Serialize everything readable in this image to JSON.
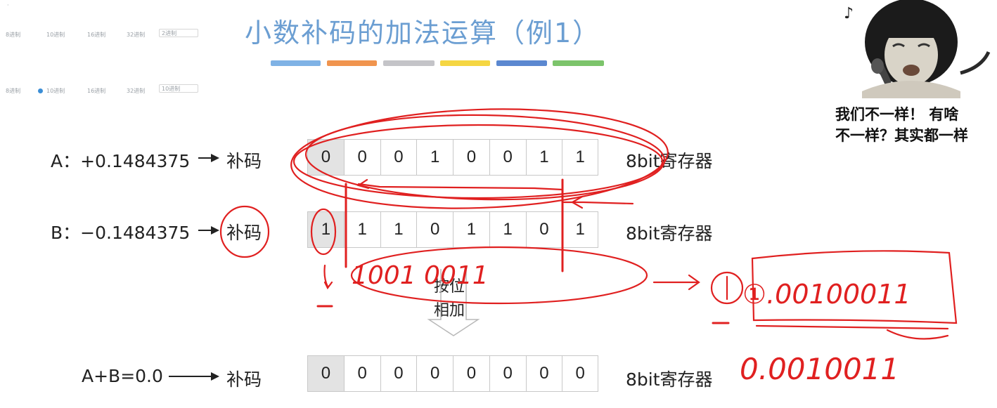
{
  "mini_controls": {
    "row1": [
      "8进制",
      "10进制",
      "16进制",
      "32进制"
    ],
    "row1_select": "2进制",
    "row2": [
      "8进制",
      "10进制",
      "16进制",
      "32进制"
    ],
    "row2_select": "10进制"
  },
  "slide": {
    "title": "小数补码的加法运算（例1）",
    "title_bar_colors": [
      "#7fb2e5",
      "#f0944e",
      "#c4c4c8",
      "#f5d642",
      "#5b88d0",
      "#7cc46b"
    ]
  },
  "rows": {
    "a": {
      "label": "A：+0.1484375",
      "code": "补码",
      "bits": [
        "0",
        "0",
        "0",
        "1",
        "0",
        "0",
        "1",
        "1"
      ],
      "register": "8bit寄存器"
    },
    "b": {
      "label": "B：−0.1484375",
      "code": "补码",
      "bits": [
        "1",
        "1",
        "1",
        "0",
        "1",
        "1",
        "0",
        "1"
      ],
      "register": "8bit寄存器"
    },
    "sum": {
      "label": "A+B=0.0",
      "code": "补码",
      "bits": [
        "0",
        "0",
        "0",
        "0",
        "0",
        "0",
        "0",
        "0"
      ],
      "register": "8bit寄存器"
    }
  },
  "add_op": {
    "line1": "按位",
    "line2": "相加"
  },
  "meme": {
    "line1": "我们不一样！ 有啥",
    "line2": "不一样？其实都一样"
  },
  "annotations": {
    "sum_bits": "1001 0011",
    "carry_result": "①.00100011",
    "final_result": "0.0010011"
  },
  "colors": {
    "title": "#6b9ed2",
    "ink": "#e02020",
    "sign_cell": "#e3e3e3"
  }
}
